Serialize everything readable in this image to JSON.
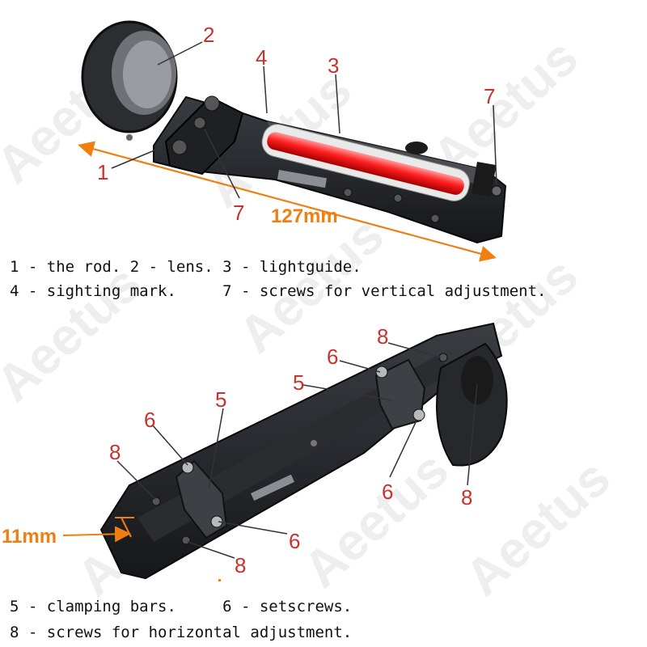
{
  "watermark": "Aeetus",
  "top": {
    "dimension": "127mm",
    "callouts": [
      "1",
      "2",
      "3",
      "4",
      "7",
      "7"
    ],
    "legend_line1": "1 - the rod. 2 - lens. 3 - lightguide.",
    "legend_line2": "4 - sighting mark.     7 - screws for vertical adjustment."
  },
  "bottom": {
    "dimension": "11mm",
    "callouts": [
      "8",
      "6",
      "5",
      "6",
      "8",
      "5",
      "6",
      "8",
      "6",
      "8"
    ],
    "legend_line1": "5 - clamping bars.     6 - setscrews.",
    "legend_line2": "8 - screws for horizontal adjustment."
  }
}
